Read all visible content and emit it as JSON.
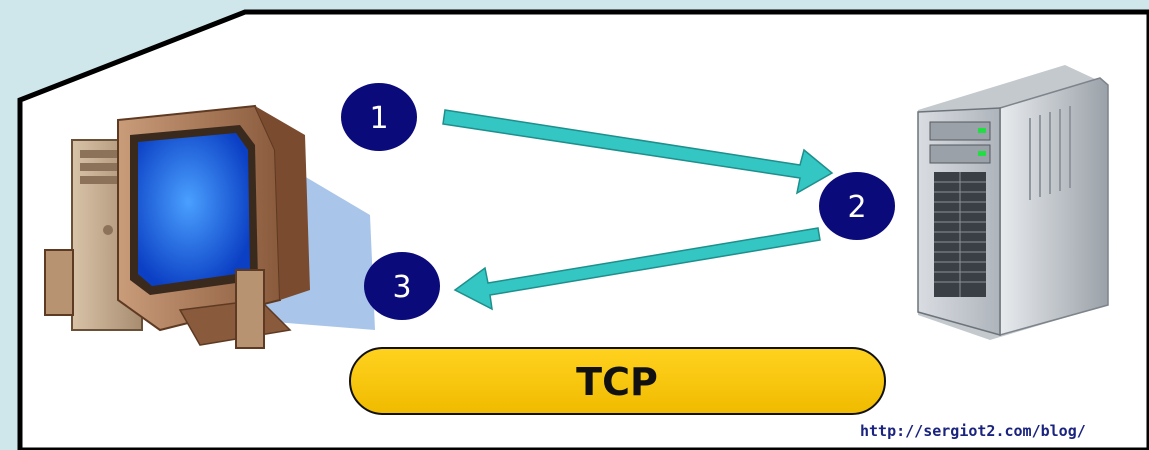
{
  "diagram": {
    "steps": [
      {
        "label": "1"
      },
      {
        "label": "2"
      },
      {
        "label": "3"
      }
    ],
    "protocol_label": "TCP",
    "source_url": "http://sergiot2.com/blog/"
  },
  "colors": {
    "page_background": "#cfe6ea",
    "panel_background": "#ffffff",
    "panel_border": "#000000",
    "step_circle": "#0a0a7a",
    "arrow": "#33c6c3",
    "pill_fill": "#f7c600",
    "pill_stroke": "#111111",
    "url_text": "#1a237e"
  },
  "icons": {
    "client": "desktop-computer-icon",
    "server": "server-tower-icon"
  }
}
